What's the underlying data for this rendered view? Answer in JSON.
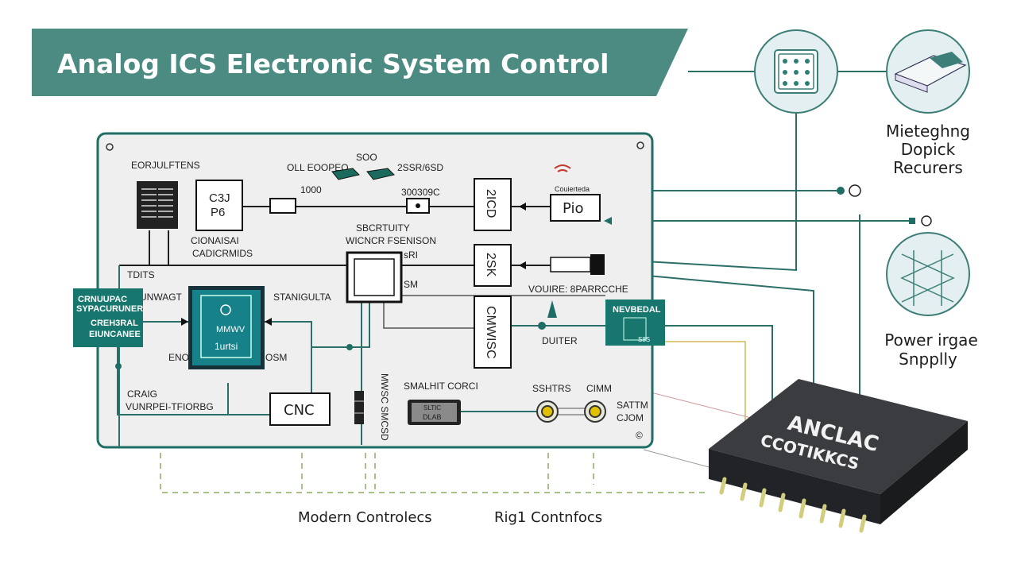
{
  "title": "Analog ICS Electronic System Control",
  "colors": {
    "banner": "#4b8b82",
    "board_border": "#1f6e66",
    "teal_box": "#17776f",
    "circle_fill": "#e3eff0",
    "chip": "#2e3033",
    "pins": "#c9c77a"
  },
  "board": {
    "labels": {
      "eorjulftens": "EORJULFTENS",
      "oll_eoopeo": "OLL EOOPEO",
      "soo": "SOO",
      "ssr": "2SSR/6SD",
      "v1000": "1000",
      "v300": "300309C",
      "cionaisai": "CIONAISAI",
      "cadicrmids": "CADICRMIDS",
      "sbcrtuity": "SBCRTUITY",
      "wicncr": "WICNCR FSENISON",
      "sri": "sRI",
      "tdits": "TDITS",
      "unwagt": "UNWAGT",
      "stanigulta": "STANIGULTA",
      "eno": "ENO",
      "osm": "OSM",
      "sm": "SM",
      "craig": "CRAIG",
      "vunrpe": "VUNRPEI-TFIORBG",
      "smalhit": "SMALHIT CORCI",
      "vouire": "VOUIRE: 8PARRCCHE",
      "duiter": "DUITER",
      "sshtrs": "SSHTRS",
      "cimm": "CIMM",
      "sattm": "SATTM",
      "cjom": "CJOM",
      "couierteda": "Couierteda",
      "mwsc": "MWSC SMCSD",
      "copyright": "©"
    },
    "boxes": {
      "c3j_top": "C3J",
      "c3j_bottom": "P6",
      "icd": "2ICD",
      "sk": "2SK",
      "cmwisc": "CMWISC",
      "pio": "Pio",
      "cnc": "CNC",
      "device_top": "SLTIC",
      "device_bottom": "DLAB"
    },
    "teal_left": {
      "lines": [
        "CRNUUPAC",
        "SYPACURUNER",
        "CREH3RAL",
        "EIUNCANEE"
      ]
    },
    "teal_chip": {
      "line1": "MMWV",
      "line2": "1urtsi"
    },
    "nevbedal": {
      "label": "NEVBEDAL",
      "sub": "S8S"
    }
  },
  "right": {
    "label1": [
      "Mieteghng",
      "Dopick",
      "Recurers"
    ],
    "label2": [
      "Power irgae",
      "Snpplly"
    ]
  },
  "chip": {
    "line1": "ANCLAC",
    "line2": "CCOTIKKCS"
  },
  "bottom": {
    "left": "Modern Controlecs",
    "right": "Rig1 Contnfocs"
  }
}
